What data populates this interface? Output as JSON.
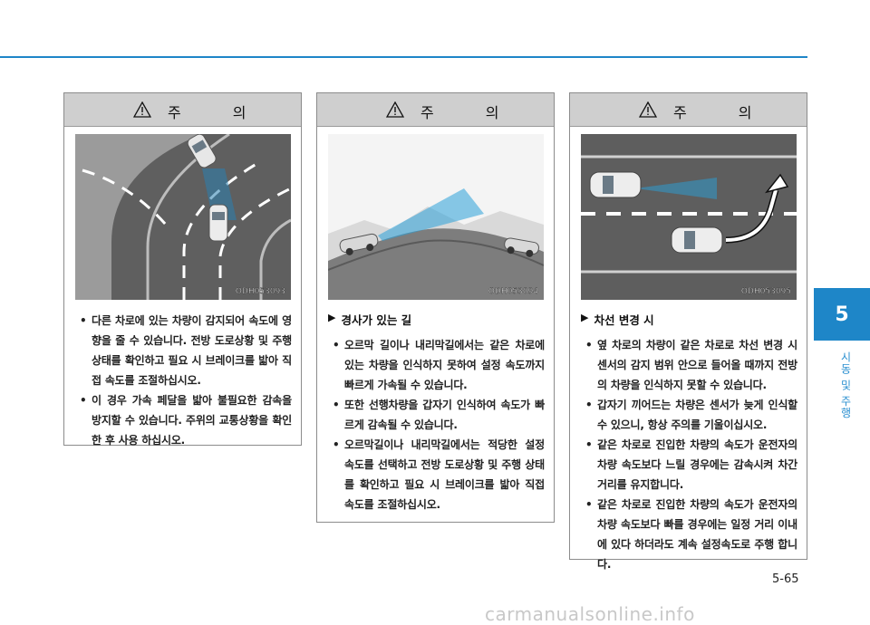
{
  "page": {
    "chapter_number": "5",
    "chapter_title": "시동 및 주행",
    "page_number": "5-65",
    "watermark": "carmanualsonline.info"
  },
  "colors": {
    "accent": "#1e86c8",
    "header_bg": "#cfcfcf"
  },
  "cards": [
    {
      "header": "주 의",
      "icon": "warning-triangle-icon",
      "figure_code": "ODH053093",
      "subheading": "",
      "bullets": [
        "다른 차로에 있는 차량이 감지되어 속도에 영향을 줄 수 있습니다. 전방 도로상황 및 주행 상태를 확인하고 필요 시 브레이크를 밟아 직접 속도를 조절하십시오.",
        "이 경우 가속 페달을 밟아 불필요한 감속을 방지할 수 있습니다. 주위의 교통상황을 확인한 후 사용 하십시오."
      ]
    },
    {
      "header": "주 의",
      "icon": "warning-triangle-icon",
      "figure_code": "ODH053094",
      "subheading": "경사가 있는 길",
      "bullets": [
        "오르막 길이나 내리막길에서는 같은 차로에 있는 차량을 인식하지 못하여 설정 속도까지 빠르게 가속될 수 있습니다.",
        "또한 선행차량을 갑자기 인식하여 속도가 빠르게 감속될 수 있습니다.",
        "오르막길이나 내리막길에서는 적당한 설정 속도를 선택하고 전방 도로상황 및 주행 상태를 확인하고 필요 시 브레이크를 밟아 직접 속도를 조절하십시오."
      ]
    },
    {
      "header": "주 의",
      "icon": "warning-triangle-icon",
      "figure_code": "ODH053095",
      "subheading": "차선 변경 시",
      "bullets": [
        "옆 차로의 차량이 같은 차로로 차선 변경 시 센서의 감지 범위 안으로 들어올 때까지 전방의 차량을 인식하지 못할 수 있습니다.",
        "갑자기 끼어드는 차량은 센서가 늦게 인식할 수 있으니, 항상 주의를 기울이십시오.",
        "같은 차로로 진입한 차량의 속도가 운전자의 차량 속도보다 느릴 경우에는 감속시켜 차간거리를 유지합니다.",
        "같은 차로로 진입한 차량의 속도가 운전자의 차량 속도보다 빠를 경우에는 일정 거리 이내에 있다 하더라도 계속 설정속도로 주행 합니다."
      ]
    }
  ]
}
